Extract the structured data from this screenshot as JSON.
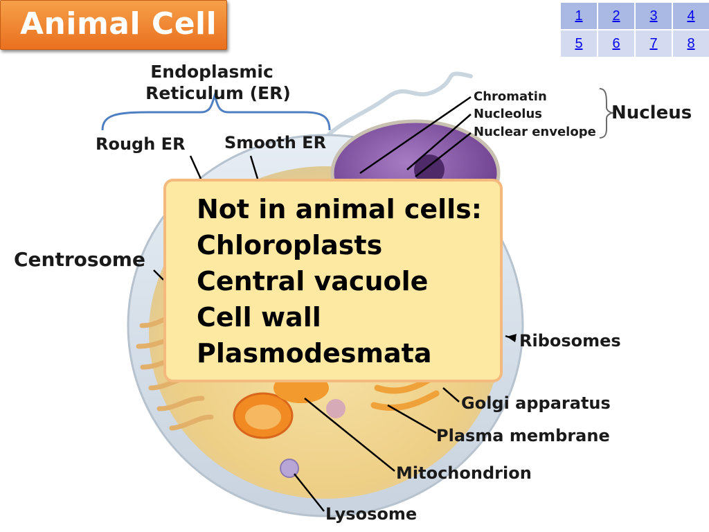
{
  "slide": {
    "title": "Animal Cell"
  },
  "nav": {
    "row1": [
      "1",
      "2",
      "3",
      "4"
    ],
    "row2": [
      "5",
      "6",
      "7",
      "8"
    ]
  },
  "labels": {
    "er_line1": "Endoplasmic",
    "er_line2": "Reticulum (ER)",
    "rough_er": "Rough ER",
    "smooth_er": "Smooth ER",
    "chromatin": "Chromatin",
    "nucleolus": "Nucleolus",
    "nuclear_envelope": "Nuclear envelope",
    "nucleus": "Nucleus",
    "centrosome": "Centrosome",
    "ribosomes": "Ribosomes",
    "golgi": "Golgi apparatus",
    "plasma_membrane": "Plasma membrane",
    "mitochondrion": "Mitochondrion",
    "lysosome": "Lysosome"
  },
  "callout": {
    "lines": [
      "Not in animal cells:",
      "Chloroplasts",
      "Central vacuole",
      "Cell wall",
      "Plasmodesmata"
    ]
  },
  "colors": {
    "title_bg": "#ed7d31",
    "callout_bg": "#fee9a3",
    "callout_border": "#f4b97c",
    "nucleus": "#8a5aa8",
    "cytoplasm": "#f3d58a"
  }
}
